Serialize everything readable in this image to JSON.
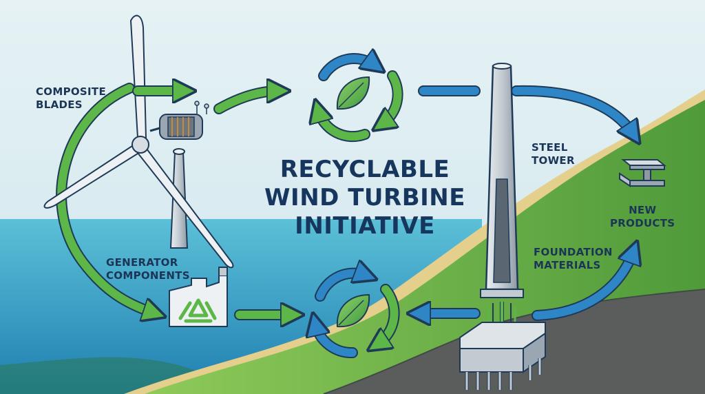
{
  "title": {
    "line1": "RECYCLABLE",
    "line2": "WIND TURBINE",
    "line3": "INITIATIVE"
  },
  "labels": {
    "composite_blades": "COMPOSITE\nBLADES",
    "generator_components": "GENERATOR\nCOMPONENTS",
    "steel_tower": "STEEL\nTOWER",
    "new_products": "NEW\nPRODUCTS",
    "foundation_materials": "FOUNDATION\nMATERIALS"
  },
  "colors": {
    "sky": "#dcecf1",
    "sea": "#2a93bd",
    "hill_green": "#5fa63f",
    "ground": "#5a5d5c",
    "arrow_green": "#5cb648",
    "arrow_blue": "#2f86c6",
    "outline": "#1e3a57",
    "text": "#1b3556"
  },
  "icons": [
    "wind-turbine-icon",
    "generator-icon",
    "recycling-plant-icon",
    "recycle-leaf-icon",
    "steel-tower-icon",
    "foundation-icon",
    "steel-beam-icon"
  ]
}
